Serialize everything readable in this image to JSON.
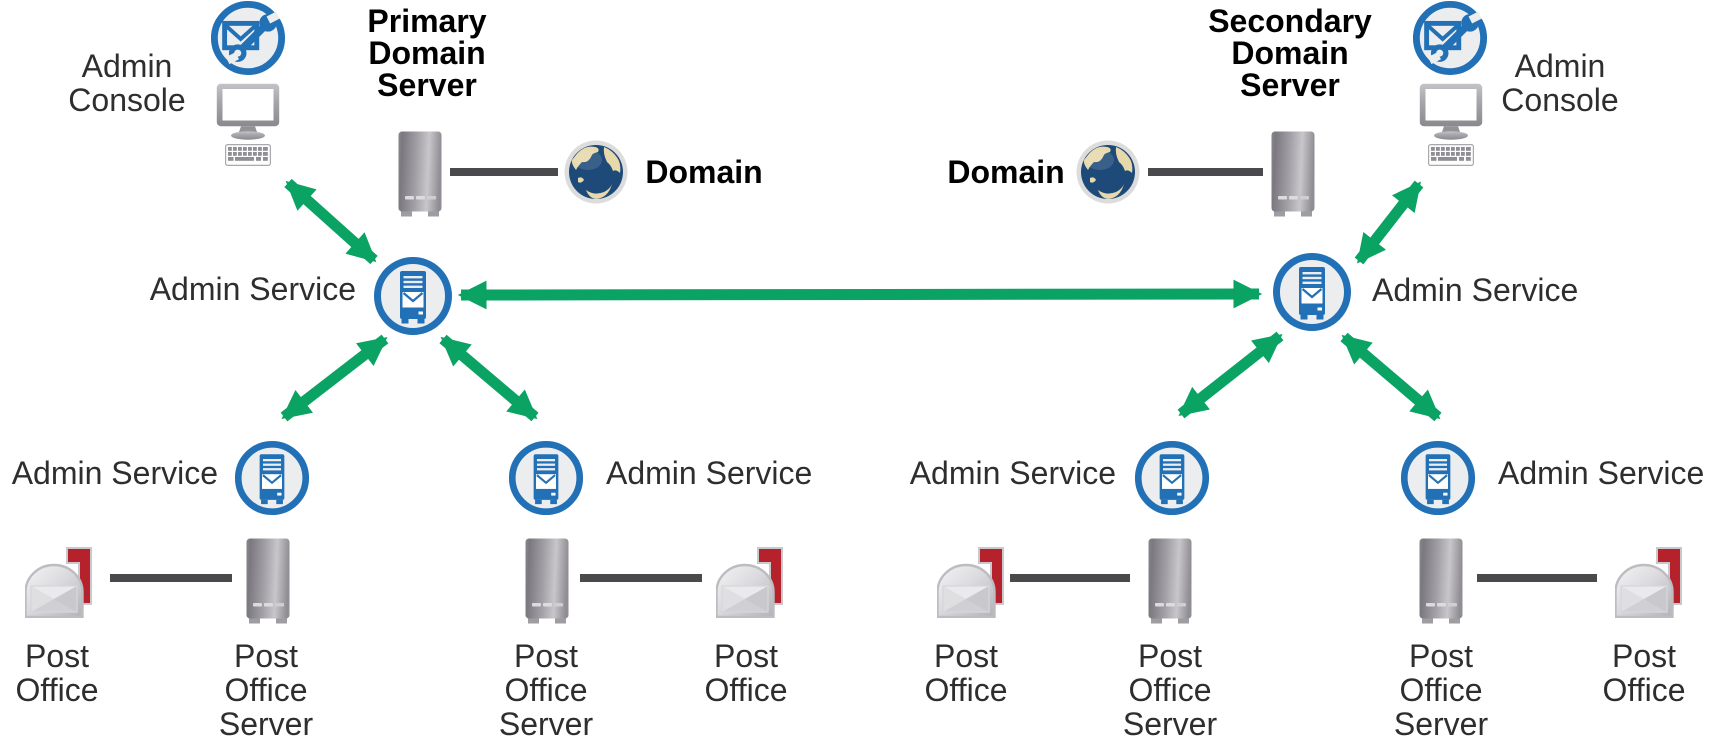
{
  "labels": {
    "admin_console": "Admin\nConsole",
    "primary_domain_server": "Primary\nDomain\nServer",
    "secondary_domain_server": "Secondary\nDomain\nServer",
    "domain": "Domain",
    "admin_service": "Admin Service",
    "post_office": "Post\nOffice",
    "post_office_server": "Post\nOffice\nServer"
  },
  "colors": {
    "arrow_green": "#0AA363",
    "icon_blue": "#2270B5",
    "badge_fill": "#ECEDEE",
    "connector_gray": "#4A4A4D",
    "text_dark": "#2E2E2E",
    "title_black": "#000000",
    "mailbox_red": "#B6222C",
    "globe_ocean": "#1D4A78",
    "globe_land": "#E8D9AB"
  },
  "icons": {
    "admin_console_badge": "envelope-wrench badge in blue circle",
    "admin_service_badge": "mail-server badge in blue circle",
    "domain": "globe",
    "domain_server": "server tower",
    "post_office_server": "server tower",
    "post_office": "mailbox with red flag",
    "workstation": "monitor and keyboard"
  },
  "edges": {
    "green_bidirectional_arrows": [
      "admin-console-left <-> admin-service-primary",
      "admin-service-primary <-> admin-service-secondary",
      "admin-service-primary <-> admin-service-po1",
      "admin-service-primary <-> admin-service-po2",
      "admin-console-right <-> admin-service-secondary",
      "admin-service-secondary <-> admin-service-po3",
      "admin-service-secondary <-> admin-service-po4"
    ],
    "gray_connectors": [
      "primary-domain-server -- domain-left",
      "domain-right -- secondary-domain-server",
      "post-office-1 -- post-office-server-1",
      "post-office-server-2 -- post-office-2",
      "post-office-3 -- post-office-server-3",
      "post-office-server-4 -- post-office-4"
    ]
  }
}
